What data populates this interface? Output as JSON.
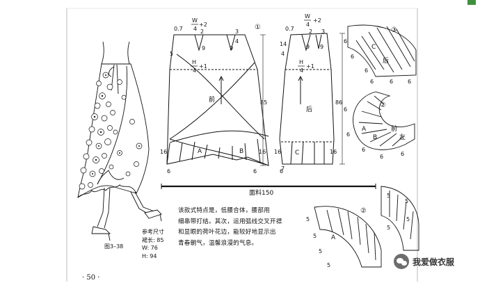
{
  "title_label": "图3–38",
  "page_number": "· 50 ·",
  "reference": {
    "heading": "参考尺寸",
    "lines": [
      "裙长: 85",
      "W: 76",
      "H: 94"
    ]
  },
  "description_lines": [
    "该款式特点是，低腰合体，腰部用",
    "细串带打结。其次，运用弧线交叉开襟",
    "和显眼的荷叶花边，能较好地显示出",
    "青春朝气，温馨浪漫的气息。"
  ],
  "front_pattern": {
    "circle": "①",
    "dart_left": "0.7",
    "waist_num": "W",
    "waist_den": "4",
    "waist_add": "+2",
    "dart_a": "2",
    "dart_b": "3",
    "dart_c": "9",
    "dart_d": "9",
    "dart_e": "4",
    "hip_num": "H",
    "hip_den": "4",
    "hip_add": "+1",
    "hip_drop": "5",
    "name": "前",
    "length": "85",
    "piece_a": "A",
    "piece_b": "B",
    "hem_left": "16",
    "hem_right": "16",
    "bottom_left": "6",
    "bottom_right": "6"
  },
  "back_pattern": {
    "dart_left": "0.7",
    "waist_num": "W",
    "waist_den": "4",
    "waist_add": "+2",
    "dart_a": "2",
    "dart_b": "3",
    "side_a": "14",
    "side_b": "4",
    "dart_c": "9",
    "dart_d": "9",
    "hip_num": "H",
    "hip_den": "4",
    "hip_add": "+1",
    "name": "后",
    "length": "86",
    "piece_c": "C",
    "hem_left": "16",
    "hem_right": "16",
    "bottom_left": "6",
    "bottom_right": "7"
  },
  "fabric_width": "面料150",
  "ruffle_c": {
    "circle": "③",
    "letter": "C",
    "name": "后",
    "nums": [
      "6",
      "6",
      "6",
      "6",
      "6",
      "6"
    ]
  },
  "ruffle_ab": {
    "circle": "②",
    "letter_a": "A",
    "letter_b": "B",
    "name_front": "前",
    "name_left": "左",
    "nums": [
      "6",
      "6",
      "6",
      "6",
      "6"
    ]
  },
  "ruffle_large": {
    "circle": "②",
    "letter": "A",
    "nums": [
      "5",
      "5",
      "5",
      "5",
      "5",
      "5",
      "5",
      "5"
    ]
  },
  "watermark": "我爱做衣服"
}
